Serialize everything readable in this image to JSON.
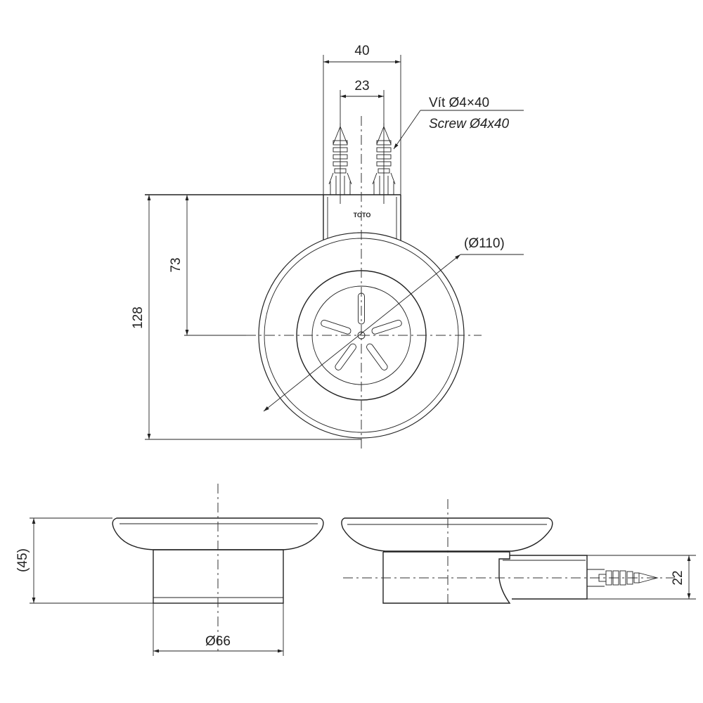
{
  "dimensions": {
    "width_40": "40",
    "screw_spacing": "23",
    "height_128": "128",
    "center_73": "73",
    "diameter_110": "(Ø110)",
    "height_45": "(45)",
    "base_diameter": "Ø66",
    "arm_height": "22"
  },
  "labels": {
    "screw_vi": "Vít Ø4×40",
    "screw_en": "Screw Ø4x40",
    "brand": "TOTO"
  }
}
